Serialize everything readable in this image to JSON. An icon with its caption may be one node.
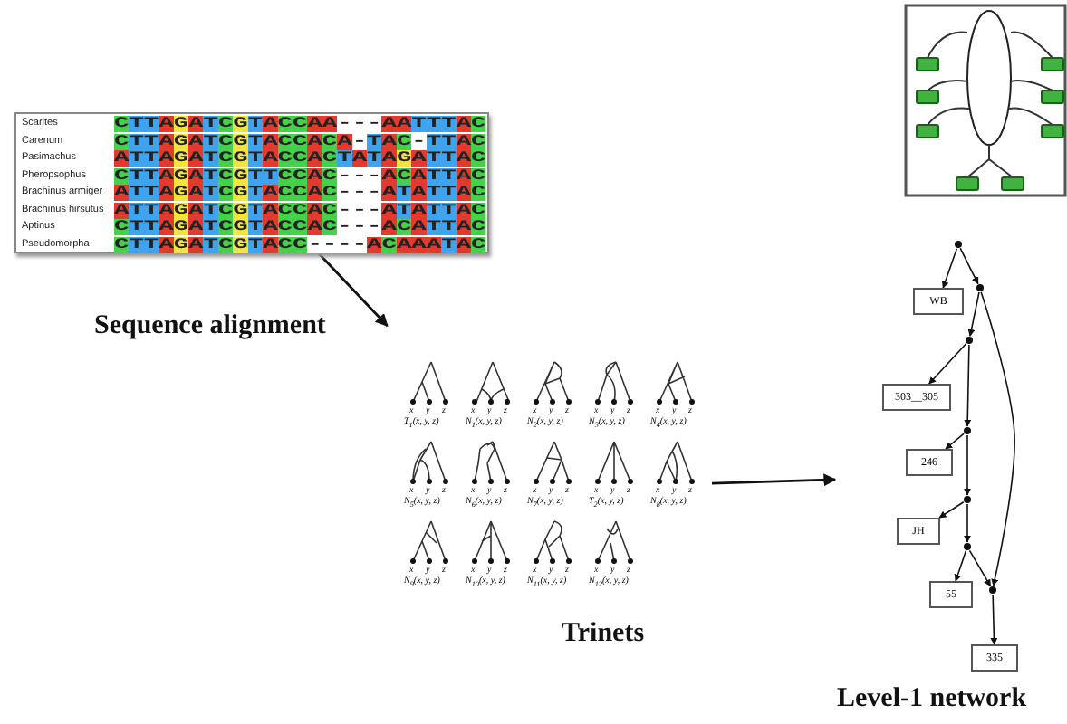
{
  "diagram": {
    "nodes": [
      {
        "text": [],
        "shape": "box",
        "beside": [
          "Sequence alignment"
        ]
      },
      {
        "text": [
          "Trinets"
        ]
      },
      {
        "text": [
          "Level-1 network"
        ]
      },
      {
        "text": [],
        "shape": "circle",
        "in": 2
      },
      {
        "text": [
          "WB"
        ],
        "in": 2
      },
      {
        "text": [],
        "shape": "circle",
        "in": 2
      },
      {
        "text": [],
        "shape": "circle",
        "in": 2
      },
      {
        "text": [
          "303__305"
        ],
        "in": 2
      },
      {
        "text": [],
        "shape": "circle",
        "in": 2
      },
      {
        "text": [
          "246"
        ],
        "in": 2
      },
      {
        "text": [],
        "shape": "circle",
        "in": 2
      },
      {
        "text": [
          "JH"
        ],
        "in": 2
      },
      {
        "text": [],
        "shape": "circle",
        "in": 2
      },
      {
        "text": [
          "55"
        ],
        "in": 2
      },
      {
        "text": [],
        "shape": "circle",
        "in": 2
      },
      {
        "text": [
          "335"
        ],
        "in": 2
      }
    ],
    "edges": [
      {
        "from": 0,
        "to": 1,
        "arrow": "to"
      },
      {
        "from": 1,
        "to": 2,
        "arrow": "to"
      },
      {
        "from": 3,
        "to": 4,
        "arrow": "to"
      },
      {
        "from": 3,
        "to": 5,
        "arrow": "to"
      },
      {
        "from": 5,
        "to": 6,
        "arrow": "to"
      },
      {
        "from": 5,
        "to": 14,
        "arrow": "to"
      },
      {
        "from": 6,
        "to": 7,
        "arrow": "to"
      },
      {
        "from": 6,
        "to": 8,
        "arrow": "to"
      },
      {
        "from": 8,
        "to": 9,
        "arrow": "to"
      },
      {
        "from": 8,
        "to": 10,
        "arrow": "to"
      },
      {
        "from": 10,
        "to": 11,
        "arrow": "to"
      },
      {
        "from": 10,
        "to": 12,
        "arrow": "to"
      },
      {
        "from": 12,
        "to": 13,
        "arrow": "to"
      },
      {
        "from": 12,
        "to": 14,
        "arrow": "to"
      },
      {
        "from": 14,
        "to": 15,
        "arrow": "to"
      }
    ],
    "labels": [
      "Scarites",
      "CTTAGATCGTACCAA---AATTTAC",
      "Carenum",
      "CTTAGATCGTACCACA-TAC-TTAC",
      "Pasimachus",
      "ATTAGATCGTACCACTATAGATTAC",
      "Pheropsophus",
      "CTTAGATCGTTCCAC---ACATTAC",
      "Brachinus armiger",
      "ATTAGATCGTACCAC---ATATTAC",
      "Brachinus hirsutus",
      "ATTAGATCGTACCAC---ATATTAC",
      "Aptinus",
      "CTTAGATCGTACCAC---ACATTAC",
      "Pseudomorpha",
      "CTTAGATCGTACC----ACAAATAC",
      "x",
      "y",
      "z",
      "T$_{1}$(x, y, z)",
      "x",
      "y",
      "z",
      "N$_{1}$(x, y, z)",
      "x",
      "y",
      "z",
      "N$_{2}$(x, y, z)",
      "x",
      "y",
      "z",
      "N$_{3}$(x, y, z)",
      "x",
      "y",
      "z",
      "N$_{4}$(x, y, z)",
      "x",
      "y",
      "z",
      "N$_{5}$(x, y, z)",
      "x",
      "y",
      "z",
      "N$_{6}$(x, y, z)",
      "x",
      "y",
      "z",
      "N$_{7}$(x, y, z)",
      "x",
      "y",
      "z",
      "T$_{2}$(x, y, z)",
      "x",
      "y",
      "z",
      "N$_{8}$(x, y, z)",
      "x",
      "y",
      "z",
      "N$_{9}$(x, y, z)",
      "x",
      "y",
      "z",
      "N$_{10}$(x, y, z)",
      "x",
      "y",
      "z",
      "N$_{11}$(x, y, z)",
      "x",
      "y",
      "z",
      "N$_{12}$(x, y, z)"
    ]
  }
}
